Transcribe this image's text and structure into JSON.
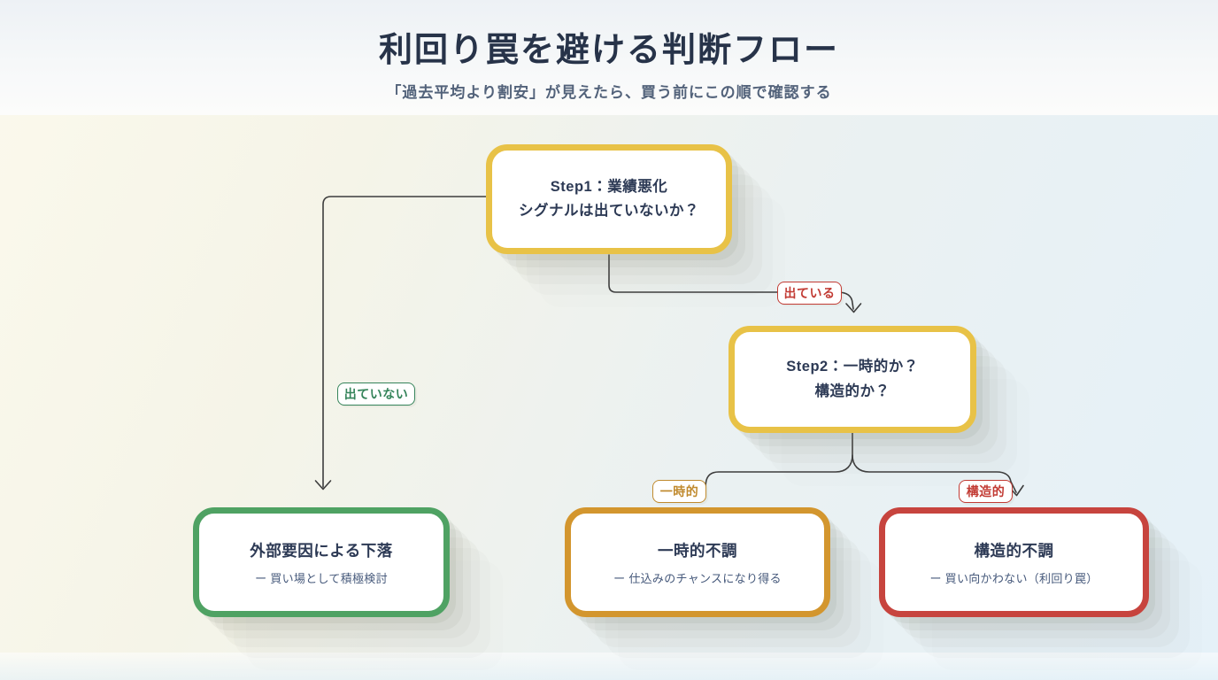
{
  "header": {
    "title": "利回り罠を避ける判断フロー",
    "subtitle": "「過去平均より割安」が見えたら、買う前にこの順で確認する"
  },
  "flow": {
    "nodes": [
      {
        "id": "step1",
        "type": "question",
        "line1": "Step1：業績悪化",
        "line2": "シグナルは出ていないか？",
        "color": "#E8C247"
      },
      {
        "id": "step2",
        "type": "question",
        "line1": "Step2：一時的か？",
        "line2": "構造的か？",
        "color": "#E8C247"
      },
      {
        "id": "outcome-external",
        "type": "outcome",
        "title": "外部要因による下落",
        "note": "ー 買い場として積極検討",
        "color": "#4FA263"
      },
      {
        "id": "outcome-temporary",
        "type": "outcome",
        "title": "一時的不調",
        "note": "ー 仕込みのチャンスになり得る",
        "color": "#D3962E"
      },
      {
        "id": "outcome-structural",
        "type": "outcome",
        "title": "構造的不調",
        "note": "ー 買い向かわない（利回り罠）",
        "color": "#C7443E"
      }
    ],
    "edge_labels": [
      {
        "id": "deteiru",
        "text": "出ている",
        "color": "#C23B34",
        "from": "step1",
        "to": "step2"
      },
      {
        "id": "deteinai",
        "text": "出ていない",
        "color": "#35845A",
        "from": "step1",
        "to": "outcome-external"
      },
      {
        "id": "ichijiteki",
        "text": "一時的",
        "color": "#C08A2E",
        "from": "step2",
        "to": "outcome-temporary"
      },
      {
        "id": "kouzouteki",
        "text": "構造的",
        "color": "#C23B34",
        "from": "step2",
        "to": "outcome-structural"
      }
    ]
  },
  "colors": {
    "question_border": "#E8C247",
    "title_text": "#273349",
    "subtitle_text": "#52627A",
    "node_text": "#2D3A55",
    "note_text": "#46597B",
    "connector": "#3D3D3D",
    "node_background": "#FFFFFF"
  }
}
